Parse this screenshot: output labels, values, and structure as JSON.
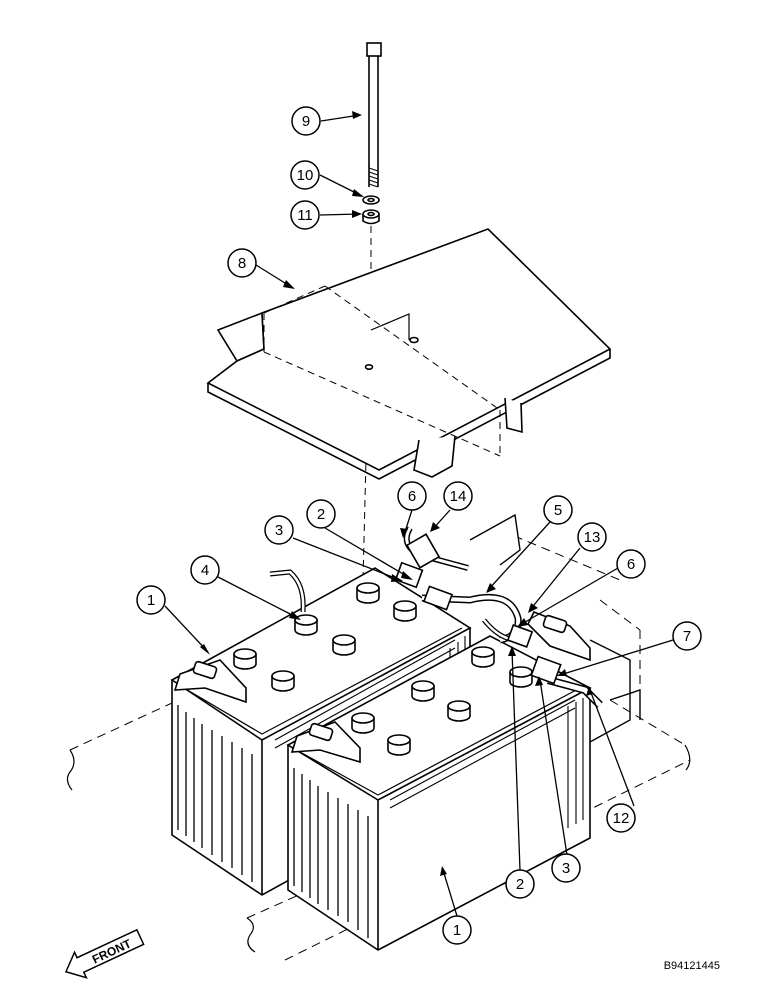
{
  "callouts": [
    {
      "id": "c9a",
      "number": "9"
    },
    {
      "id": "c10a",
      "number": "10"
    },
    {
      "id": "c11a",
      "number": "11"
    },
    {
      "id": "c8a",
      "number": "8"
    },
    {
      "id": "c6a",
      "number": "6"
    },
    {
      "id": "c14a",
      "number": "14"
    },
    {
      "id": "c2a",
      "number": "2"
    },
    {
      "id": "c5a",
      "number": "5"
    },
    {
      "id": "c3a",
      "number": "3"
    },
    {
      "id": "c13a",
      "number": "13"
    },
    {
      "id": "c4a",
      "number": "4"
    },
    {
      "id": "c6b",
      "number": "6"
    },
    {
      "id": "c1a",
      "number": "1"
    },
    {
      "id": "c7a",
      "number": "7"
    },
    {
      "id": "c12a",
      "number": "12"
    },
    {
      "id": "c2b",
      "number": "2"
    },
    {
      "id": "c3b",
      "number": "3"
    },
    {
      "id": "c1b",
      "number": "1"
    }
  ],
  "front_label": "FRONT",
  "reference_code": "B94121445"
}
